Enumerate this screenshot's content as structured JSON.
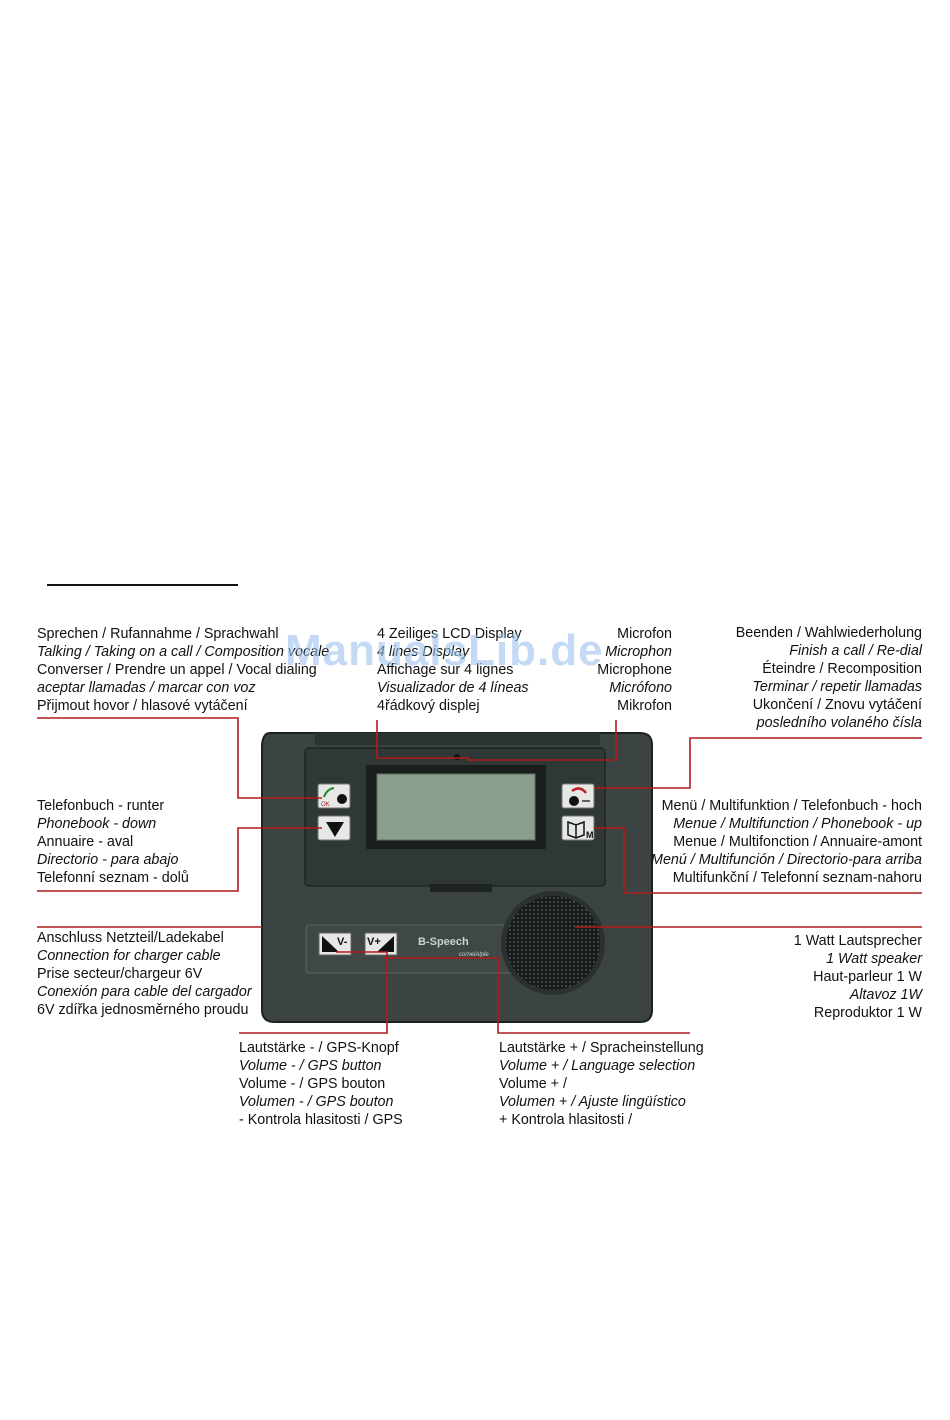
{
  "watermark": "ManualsLib.de",
  "brand_label": "B-Speech",
  "brand_sublabel": "cornelAlple",
  "vol_minus_label": "V-",
  "vol_plus_label": "V+",
  "talk": {
    "lines": [
      {
        "text": "Sprechen / Rufannahme / Sprachwahl",
        "italic": false
      },
      {
        "text": "Talking / Taking on a call / Composition vocale",
        "italic": true
      },
      {
        "text": "Converser / Prendre un appel / Vocal dialing",
        "italic": false
      },
      {
        "text": "aceptar llamadas / marcar con voz",
        "italic": true
      },
      {
        "text": "Přijmout hovor / hlasové vytáčení",
        "italic": false
      }
    ]
  },
  "lcd": {
    "lines": [
      {
        "text": "4 Zeiliges LCD Display",
        "italic": false
      },
      {
        "text": "4 lines Display",
        "italic": true
      },
      {
        "text": "Affichage sur 4 lignes",
        "italic": false
      },
      {
        "text": "Visualizador de 4 líneas",
        "italic": true
      },
      {
        "text": "4řádkový displej",
        "italic": false
      }
    ]
  },
  "mic": {
    "lines": [
      {
        "text": "Microfon",
        "italic": false
      },
      {
        "text": "Microphon",
        "italic": true
      },
      {
        "text": "Microphone",
        "italic": false
      },
      {
        "text": "Micrófono",
        "italic": true
      },
      {
        "text": "Mikrofon",
        "italic": false
      }
    ]
  },
  "end": {
    "lines": [
      {
        "text": "Beenden / Wahlwiederholung",
        "italic": false
      },
      {
        "text": "Finish a call / Re-dial",
        "italic": true
      },
      {
        "text": "Éteindre / Recomposition",
        "italic": false
      },
      {
        "text": "Terminar / repetir llamadas",
        "italic": true
      },
      {
        "text": "Ukončení / Znovu vytáčení",
        "italic": false
      },
      {
        "text": "posledního volaného čísla",
        "italic": true
      }
    ]
  },
  "phonebook": {
    "lines": [
      {
        "text": "Telefonbuch - runter",
        "italic": false
      },
      {
        "text": "Phonebook - down",
        "italic": true
      },
      {
        "text": "Annuaire - aval",
        "italic": false
      },
      {
        "text": "Directorio - para abajo",
        "italic": true
      },
      {
        "text": "Telefonní seznam - dolů",
        "italic": false
      }
    ]
  },
  "menu": {
    "lines": [
      {
        "text": "Menü / Multifunktion / Telefonbuch - hoch",
        "italic": false
      },
      {
        "text": "Menue / Multifunction / Phonebook - up",
        "italic": true
      },
      {
        "text": "Menue / Multifonction / Annuaire-amont",
        "italic": false
      },
      {
        "text": "Menú / Multifunción / Directorio-para arriba",
        "italic": true
      },
      {
        "text": "Multifunkční / Telefonní seznam-nahoru",
        "italic": false
      }
    ]
  },
  "charger": {
    "lines": [
      {
        "text": "Anschluss Netzteil/Ladekabel",
        "italic": false
      },
      {
        "text": "Connection for charger cable",
        "italic": true
      },
      {
        "text": "Prise secteur/chargeur 6V",
        "italic": false
      },
      {
        "text": "Conexión para cable del cargador",
        "italic": true
      },
      {
        "text": "6V zdířka jednosměrného proudu",
        "italic": false
      }
    ]
  },
  "speaker": {
    "lines": [
      {
        "text": "1 Watt Lautsprecher",
        "italic": false
      },
      {
        "text": "1 Watt speaker",
        "italic": true
      },
      {
        "text": "Haut-parleur 1 W",
        "italic": false
      },
      {
        "text": "Altavoz 1W",
        "italic": true
      },
      {
        "text": "Reproduktor 1 W",
        "italic": false
      }
    ]
  },
  "volminus": {
    "lines": [
      {
        "text": "Lautstärke - / GPS-Knopf",
        "italic": false
      },
      {
        "text": "Volume - / GPS button",
        "italic": true
      },
      {
        "text": "Volume -  / GPS bouton",
        "italic": false
      },
      {
        "text": "Volumen -  / GPS bouton",
        "italic": true
      },
      {
        "text": "- Kontrola hlasitosti / GPS",
        "italic": false
      }
    ]
  },
  "volplus": {
    "lines": [
      {
        "text": "Lautstärke +  / Spracheinstellung",
        "italic": false
      },
      {
        "text": "Volume + / Language selection",
        "italic": true
      },
      {
        "text": "Volume + /",
        "italic": false
      },
      {
        "text": "Volumen +  / Ajuste lingüístico",
        "italic": true
      },
      {
        "text": " + Kontrola hlasitosti /",
        "italic": false
      }
    ]
  }
}
